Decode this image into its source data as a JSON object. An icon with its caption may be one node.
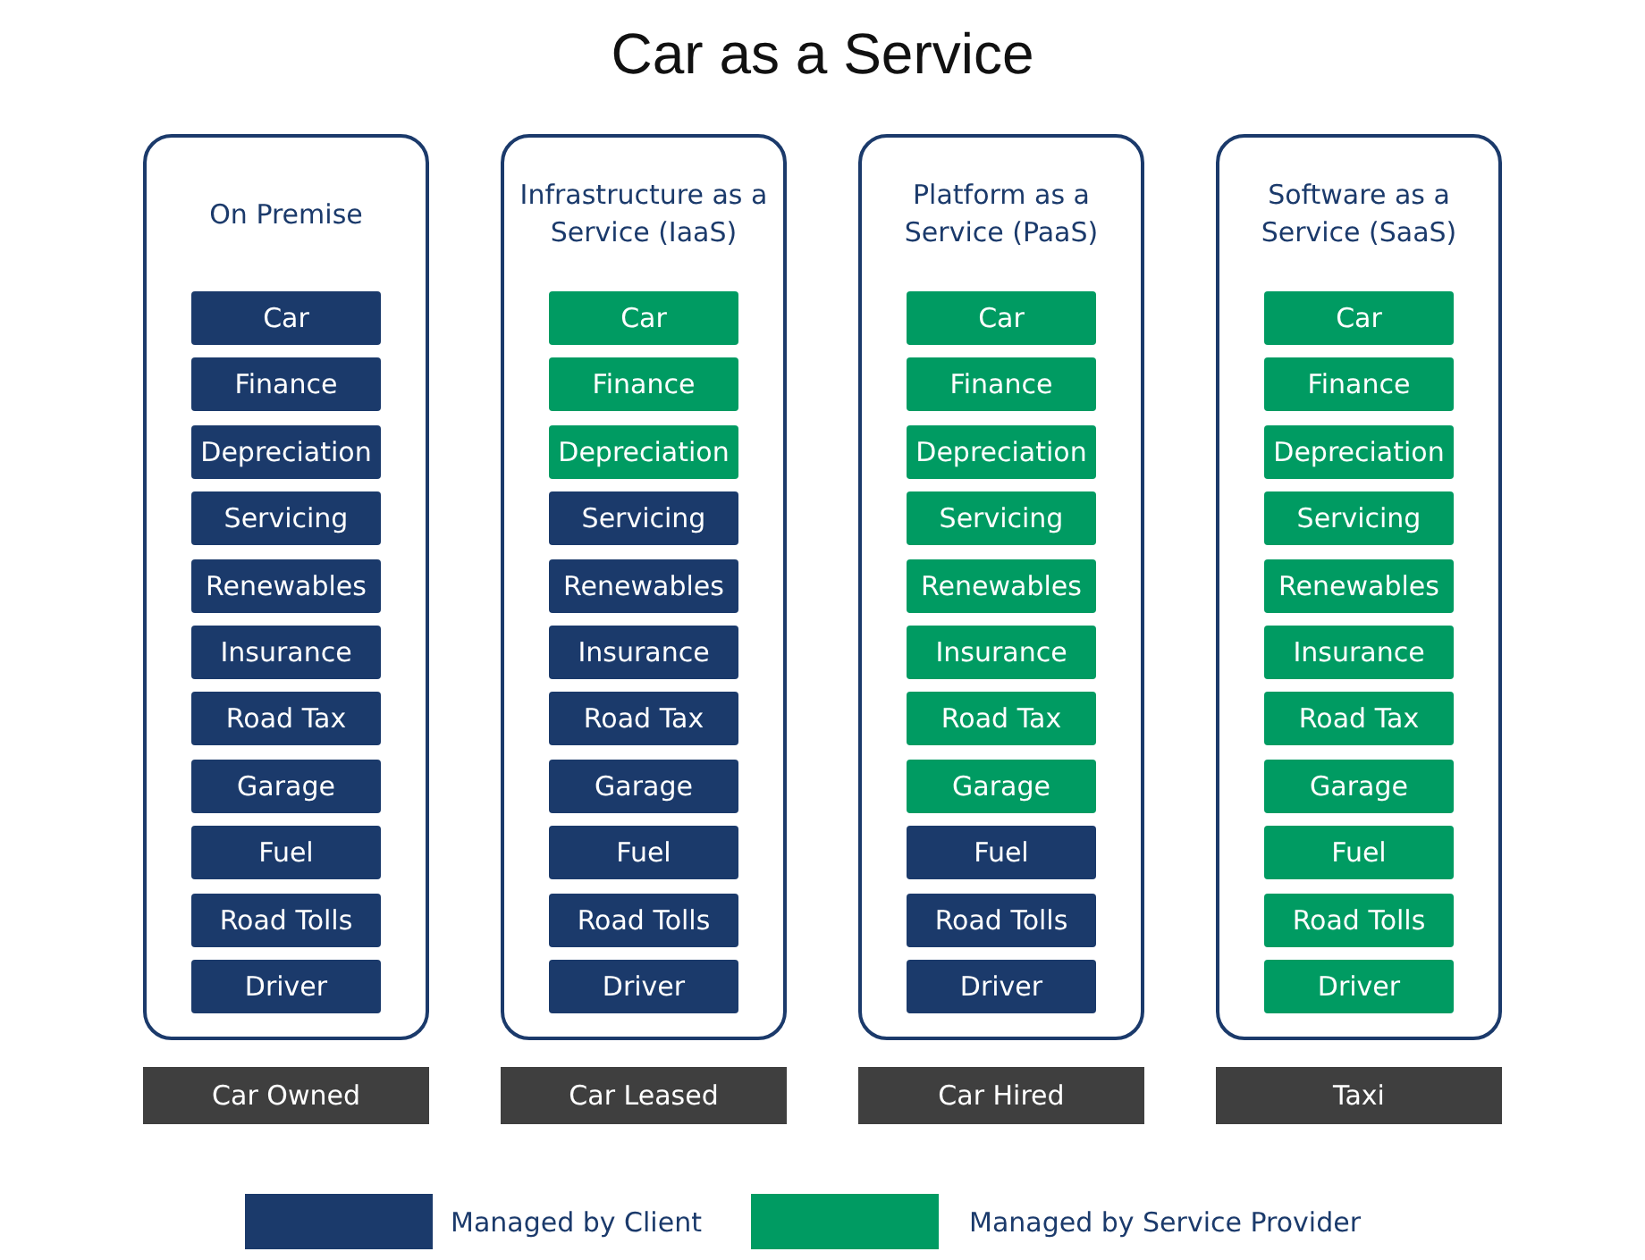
{
  "diagram": {
    "title": "Car as a Service",
    "nodes": [
      {
        "text": [
          "On Premise"
        ]
      },
      {
        "text": [
          "Car"
        ],
        "in": 0
      },
      {
        "text": [
          "Finance"
        ],
        "in": 0
      },
      {
        "text": [
          "Depreciation"
        ],
        "in": 0
      },
      {
        "text": [
          "Servicing"
        ],
        "in": 0
      },
      {
        "text": [
          "Renewables"
        ],
        "in": 0
      },
      {
        "text": [
          "Insurance"
        ],
        "in": 0
      },
      {
        "text": [
          "Road Tax"
        ],
        "in": 0
      },
      {
        "text": [
          "Garage"
        ],
        "in": 0
      },
      {
        "text": [
          "Fuel"
        ],
        "in": 0
      },
      {
        "text": [
          "Road Tolls"
        ],
        "in": 0
      },
      {
        "text": [
          "Driver"
        ],
        "in": 0
      },
      {
        "text": [
          "Infrastructure as a Service (IaaS)"
        ]
      },
      {
        "text": [
          "Car"
        ],
        "in": 12
      },
      {
        "text": [
          "Finance"
        ],
        "in": 12
      },
      {
        "text": [
          "Depreciation"
        ],
        "in": 12
      },
      {
        "text": [
          "Servicing"
        ],
        "in": 12
      },
      {
        "text": [
          "Renewables"
        ],
        "in": 12
      },
      {
        "text": [
          "Insurance"
        ],
        "in": 12
      },
      {
        "text": [
          "Road Tax"
        ],
        "in": 12
      },
      {
        "text": [
          "Garage"
        ],
        "in": 12
      },
      {
        "text": [
          "Fuel"
        ],
        "in": 12
      },
      {
        "text": [
          "Road Tolls"
        ],
        "in": 12
      },
      {
        "text": [
          "Driver"
        ],
        "in": 12
      },
      {
        "text": [
          "Platform as a Service (PaaS)"
        ]
      },
      {
        "text": [
          "Car"
        ],
        "in": 24
      },
      {
        "text": [
          "Finance"
        ],
        "in": 24
      },
      {
        "text": [
          "Depreciation"
        ],
        "in": 24
      },
      {
        "text": [
          "Servicing"
        ],
        "in": 24
      },
      {
        "text": [
          "Renewables"
        ],
        "in": 24
      },
      {
        "text": [
          "Insurance"
        ],
        "in": 24
      },
      {
        "text": [
          "Road Tax"
        ],
        "in": 24
      },
      {
        "text": [
          "Garage"
        ],
        "in": 24
      },
      {
        "text": [
          "Fuel"
        ],
        "in": 24
      },
      {
        "text": [
          "Road Tolls"
        ],
        "in": 24
      },
      {
        "text": [
          "Driver"
        ],
        "in": 24
      },
      {
        "text": [
          "Software as a Service (SaaS)"
        ]
      },
      {
        "text": [
          "Car"
        ],
        "in": 36
      },
      {
        "text": [
          "Finance"
        ],
        "in": 36
      },
      {
        "text": [
          "Depreciation"
        ],
        "in": 36
      },
      {
        "text": [
          "Servicing"
        ],
        "in": 36
      },
      {
        "text": [
          "Renewables"
        ],
        "in": 36
      },
      {
        "text": [
          "Insurance"
        ],
        "in": 36
      },
      {
        "text": [
          "Road Tax"
        ],
        "in": 36
      },
      {
        "text": [
          "Garage"
        ],
        "in": 36
      },
      {
        "text": [
          "Fuel"
        ],
        "in": 36
      },
      {
        "text": [
          "Road Tolls"
        ],
        "in": 36
      },
      {
        "text": [
          "Driver"
        ],
        "in": 36
      },
      {
        "text": [
          "Car Owned"
        ]
      },
      {
        "text": [
          "Car Leased"
        ]
      },
      {
        "text": [
          "Car Hired"
        ]
      },
      {
        "text": [
          "Taxi"
        ]
      }
    ],
    "legend": [
      {
        "text": "Managed by Client",
        "color": "#1b3a6b"
      },
      {
        "text": "Managed by Service Provider",
        "color": "#009b62"
      }
    ]
  }
}
